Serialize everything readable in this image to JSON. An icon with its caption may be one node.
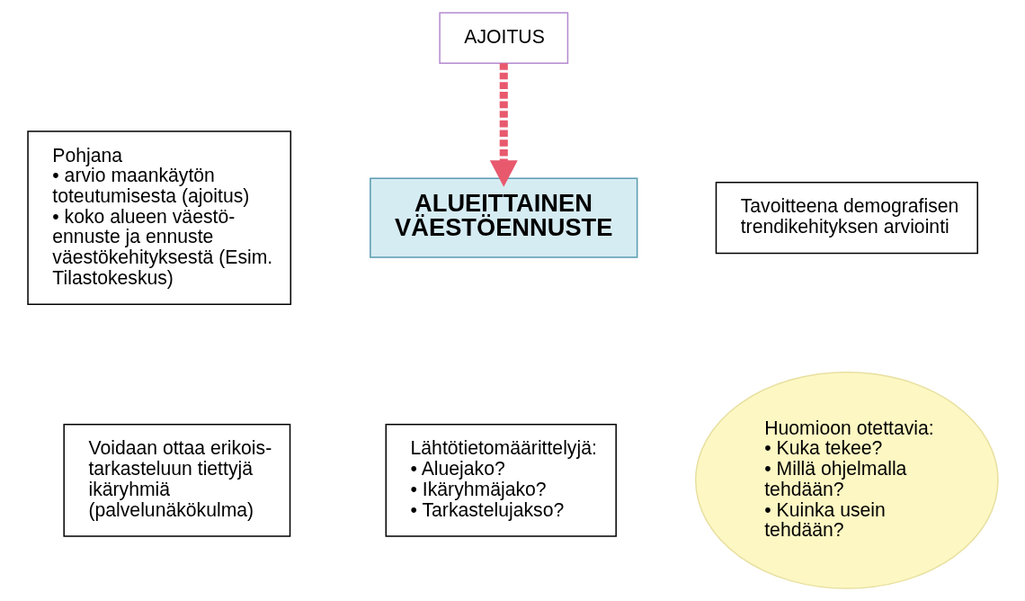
{
  "diagram": {
    "nodes": [
      {
        "text": [
          "AJOITUS"
        ]
      },
      {
        "text": [
          "Pohjana",
          "• arvio maankäytön toteutumisesta (ajoitus)",
          "• koko alueen väestö- ennuste ja ennuste väestökehityksestä (Esim. Tilastokeskus)"
        ]
      },
      {
        "text": [
          "Tavoitteena demografisen trendikehityksen arviointi"
        ]
      },
      {
        "text": [
          "ALUEITTAINEN VÄESTÖENNUSTE"
        ]
      },
      {
        "text": [
          "Huomioon otettavia:",
          "• Kuka tekee?",
          "• Millä ohjelmalla tehdään?",
          "• Kuinka usein tehdään?"
        ]
      },
      {
        "text": [
          "Lähtötietomäärittelyjä:",
          "• Aluejako?",
          "• Ikäryhmäjako?",
          "• Tarkastelujakso?"
        ]
      },
      {
        "text": [
          "Voidaan ottaa erikois- tarkasteluun tiettyjä ikäryhmiä (palvelunäkökulma)"
        ]
      }
    ],
    "edges": [
      {
        "from": 0,
        "to": 3,
        "arrow": "to",
        "style": "dashed",
        "color": "#e8596e"
      }
    ]
  }
}
